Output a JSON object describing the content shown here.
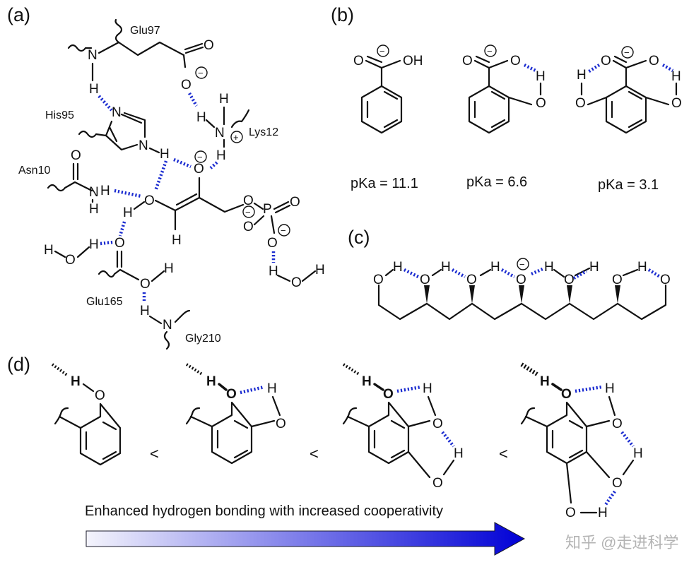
{
  "panels": {
    "a": "(a)",
    "b": "(b)",
    "c": "(c)",
    "d": "(d)"
  },
  "panel_a": {
    "residues": {
      "glu97": "Glu97",
      "his95": "His95",
      "lys12": "Lys12",
      "asn10": "Asn10",
      "glu165": "Glu165",
      "gly210": "Gly210"
    }
  },
  "panel_b": {
    "pka_1": "pKa = 11.1",
    "pka_2": "pKa = 6.6",
    "pka_3": "pKa = 3.1"
  },
  "panel_d": {
    "less_than": "<",
    "arrow_label": "Enhanced hydrogen bonding with increased cooperativity"
  },
  "watermark": "知乎 @走进科学",
  "colors": {
    "hydrogen_bond": "#1a2bd0",
    "arrow_start": "#f2f2fb",
    "arrow_end": "#0000d6"
  }
}
